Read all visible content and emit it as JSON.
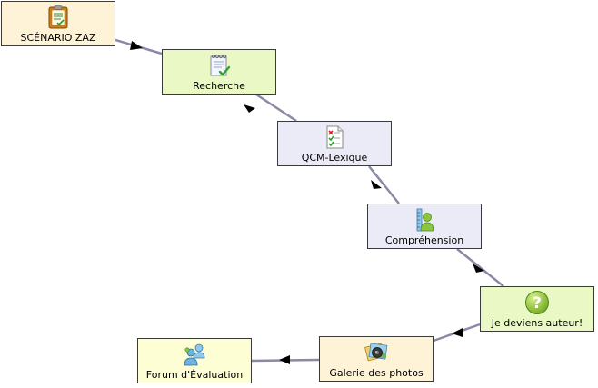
{
  "colors": {
    "node_cream": "#fef3d6",
    "node_green": "#e9f8c4",
    "node_lavender": "#ebeaf7",
    "node_yellow": "#fefed4",
    "edge": "#8a8aa8",
    "arrow": "#000000"
  },
  "nodes": [
    {
      "id": "scenario",
      "label": "SCÉNARIO ZAZ",
      "icon": "clipboard-icon"
    },
    {
      "id": "recherche",
      "label": "Recherche",
      "icon": "notepad-check-icon"
    },
    {
      "id": "qcm",
      "label": "QCM-Lexique",
      "icon": "quiz-document-icon"
    },
    {
      "id": "comprehension",
      "label": "Compréhension",
      "icon": "user-ruler-icon"
    },
    {
      "id": "auteur",
      "label": "Je deviens auteur!",
      "icon": "question-mark-icon"
    },
    {
      "id": "galerie",
      "label": "Galerie des photos",
      "icon": "photo-gallery-icon"
    },
    {
      "id": "forum",
      "label": "Forum d'Évaluation",
      "icon": "users-forum-icon"
    }
  ],
  "edges": [
    {
      "from": "scenario",
      "to": "recherche"
    },
    {
      "from": "recherche",
      "to": "qcm"
    },
    {
      "from": "qcm",
      "to": "comprehension"
    },
    {
      "from": "comprehension",
      "to": "auteur"
    },
    {
      "from": "auteur",
      "to": "galerie"
    },
    {
      "from": "galerie",
      "to": "forum"
    }
  ]
}
